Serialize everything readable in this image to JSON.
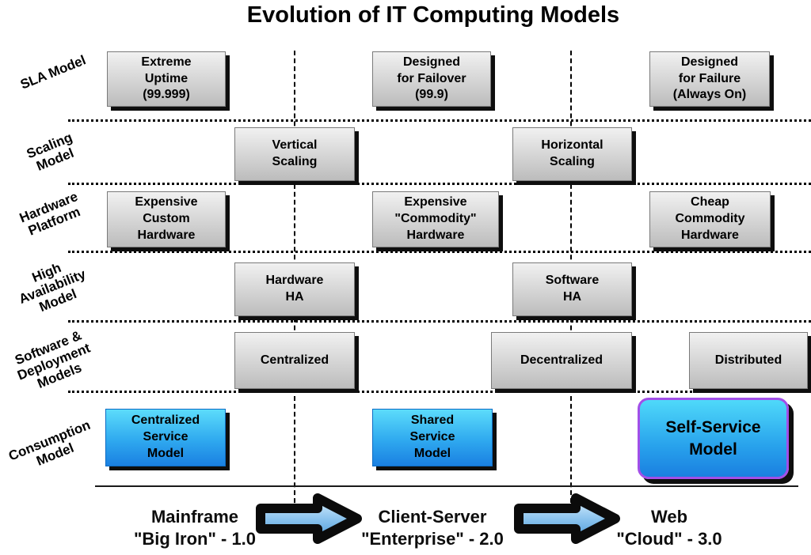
{
  "title": "Evolution of IT Computing Models",
  "rows": [
    {
      "label": "SLA Model",
      "boxes": [
        "Extreme\nUptime\n(99.999)",
        "Designed\nfor Failover\n(99.9)",
        "Designed\nfor Failure\n(Always On)"
      ]
    },
    {
      "label": "Scaling\nModel",
      "boxes": [
        "Vertical\nScaling",
        "Horizontal\nScaling"
      ]
    },
    {
      "label": "Hardware\nPlatform",
      "boxes": [
        "Expensive\nCustom\nHardware",
        "Expensive\n\"Commodity\"\nHardware",
        "Cheap\nCommodity\nHardware"
      ]
    },
    {
      "label": "High\nAvailability\nModel",
      "boxes": [
        "Hardware\nHA",
        "Software\nHA"
      ]
    },
    {
      "label": "Software &\nDeployment\nModels",
      "boxes": [
        "Centralized",
        "Decentralized",
        "Distributed"
      ]
    },
    {
      "label": "Consumption\nModel",
      "boxes": [
        "Centralized\nService\nModel",
        "Shared\nService\nModel",
        "Self-Service\nModel"
      ]
    }
  ],
  "eras": [
    {
      "name": "Mainframe",
      "subtitle": "\"Big Iron\" - 1.0"
    },
    {
      "name": "Client-Server",
      "subtitle": "\"Enterprise\" - 2.0"
    },
    {
      "name": "Web",
      "subtitle": "\"Cloud\" - 3.0"
    }
  ],
  "colors": {
    "gray_box_top": "#f1f1f1",
    "gray_box_bottom": "#bcbcbc",
    "blue_box_top": "#5cdcfb",
    "blue_box_bottom": "#1a80e2",
    "self_service_border": "#a24fe8",
    "arrow_fill_top": "#d9eefd",
    "arrow_fill_bottom": "#4e9bd8",
    "shadow": "#0e0e0e"
  }
}
